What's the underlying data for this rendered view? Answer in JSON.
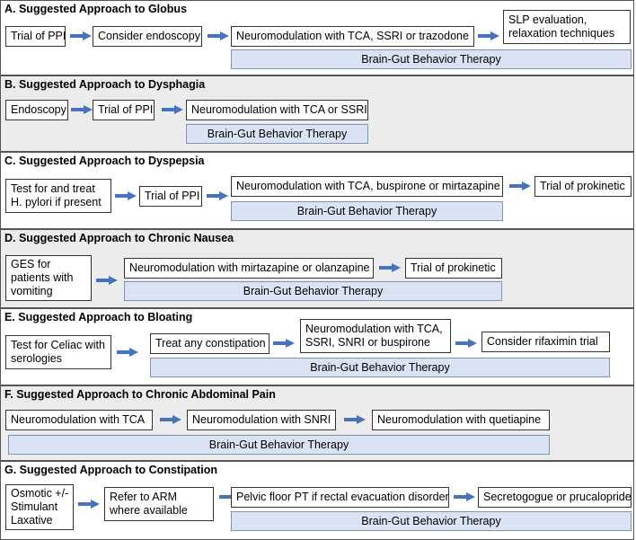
{
  "sections": {
    "globus": {
      "heading": "A. Suggested Approach to Globus",
      "b1": "Trial of PPI",
      "b2": "Consider endoscopy",
      "b3": "Neuromodulation with TCA, SSRI or trazodone",
      "b4_l1": "SLP evaluation,",
      "b4_l2": "relaxation techniques",
      "bgbt": "Brain-Gut Behavior Therapy"
    },
    "dysphagia": {
      "heading": "B. Suggested Approach to Dysphagia",
      "b1": "Endoscopy",
      "b2": "Trial of PPI",
      "b3": "Neuromodulation with TCA or SSRI",
      "bgbt": "Brain-Gut Behavior Therapy"
    },
    "dyspepsia": {
      "heading": "C. Suggested Approach to Dyspepsia",
      "b1_l1": "Test for and treat",
      "b1_l2": "H. pylori if present",
      "b2": "Trial of PPI",
      "b3": "Neuromodulation with TCA, buspirone or mirtazapine",
      "b4": "Trial of prokinetic",
      "bgbt": "Brain-Gut Behavior Therapy"
    },
    "nausea": {
      "heading": "D. Suggested Approach to Chronic Nausea",
      "b1_l1": "GES for",
      "b1_l2": "patients with",
      "b1_l3": "vomiting",
      "b2": "Neuromodulation with mirtazapine or olanzapine",
      "b3": "Trial of prokinetic",
      "bgbt": "Brain-Gut Behavior Therapy"
    },
    "bloating": {
      "heading": "E. Suggested Approach to Bloating",
      "b1_l1": "Test for Celiac with",
      "b1_l2": "serologies",
      "b2": "Treat any constipation",
      "b3_l1": "Neuromodulation with TCA,",
      "b3_l2": "SSRI, SNRI or buspirone",
      "b4": "Consider rifaximin trial",
      "bgbt": "Brain-Gut Behavior Therapy"
    },
    "abdominal": {
      "heading": "F. Suggested Approach to Chronic Abdominal Pain",
      "b1": "Neuromodulation with TCA",
      "b2": "Neuromodulation with SNRI",
      "b3": "Neuromodulation with quetiapine",
      "bgbt": "Brain-Gut Behavior Therapy"
    },
    "constipation": {
      "heading": "G. Suggested Approach to Constipation",
      "b1_l1": "Osmotic +/-",
      "b1_l2": "Stimulant",
      "b1_l3": "Laxative",
      "b2_l1": "Refer to ARM",
      "b2_l2": "where available",
      "b3": "Pelvic floor PT if rectal evacuation disorder",
      "b4": "Secretogogue or prucalopride",
      "bgbt": "Brain-Gut Behavior Therapy"
    }
  },
  "colors": {
    "arrow": "#4472c4",
    "bgbt_fill": "#dae3f3",
    "section_gray": "#ececec"
  }
}
